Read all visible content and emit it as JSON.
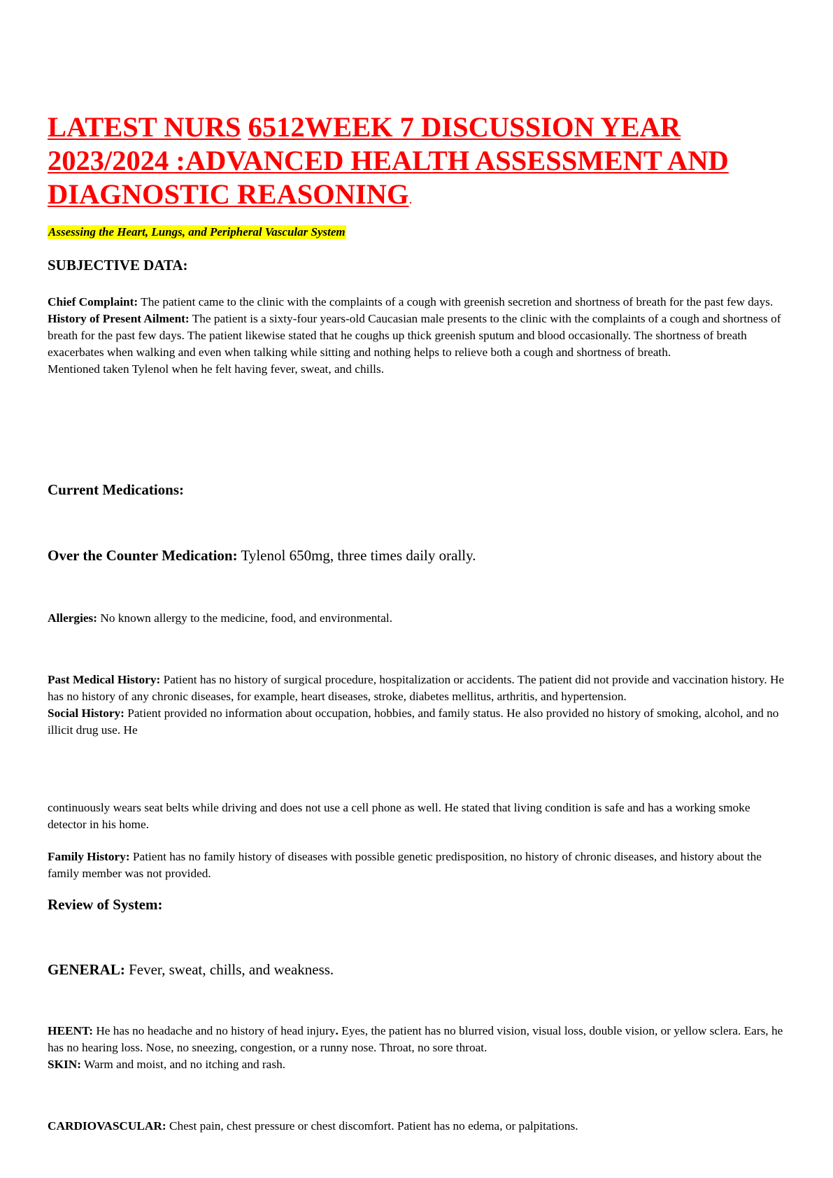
{
  "title": {
    "part1": "LATEST NURS",
    "part2": "6512WEEK 7 DISCUSSION YEAR 2023/2024 :ADVANCED HEALTH ASSESSMENT AND DIAGNOSTIC REASONING",
    "trailing": "."
  },
  "subtitle": "Assessing the Heart, Lungs, and Peripheral Vascular System",
  "subjective_heading": "SUBJECTIVE DATA:",
  "chief_complaint": {
    "label": "Chief Complaint:",
    "text": "The patient came to the clinic with the complaints of a cough with greenish secretion and shortness of breath for the past few days."
  },
  "hpi": {
    "label": "History of Present Ailment:",
    "text": "The patient is a sixty-four years-old Caucasian male presents to the clinic with the complaints of a cough and shortness of breath for the past few days. The patient likewise stated that he coughs up thick greenish sputum and blood occasionally. The shortness of breath exacerbates when walking and even when talking while sitting and nothing helps to relieve both a cough and shortness of breath.",
    "extra": "Mentioned taken Tylenol when he felt having fever, sweat, and chills."
  },
  "current_medications_heading": "Current Medications:",
  "otc": {
    "label": "Over the Counter Medication:",
    "text": "Tylenol 650mg, three times daily orally."
  },
  "allergies": {
    "label": "Allergies:",
    "text": "No known allergy to the medicine, food, and environmental."
  },
  "pmh": {
    "label": "Past Medical History:",
    "text": "Patient has no history of surgical procedure, hospitalization or accidents. The patient did not provide and vaccination history. He has no history of any chronic diseases, for example, heart diseases, stroke, diabetes mellitus, arthritis, and hypertension."
  },
  "social": {
    "label": "Social History:",
    "text": "Patient provided no information about occupation, hobbies, and family status. He also provided no history of smoking, alcohol, and no illicit drug use. He",
    "continued": "continuously wears seat belts while driving and does not use a cell phone as well. He stated that living condition is safe and has a working smoke detector in his home."
  },
  "family": {
    "label": "Family History:",
    "text": "Patient has no family history of diseases with possible genetic predisposition, no history of chronic diseases, and history about the family member was not provided."
  },
  "ros_heading": "Review of System:",
  "general": {
    "label": "GENERAL:",
    "text": "Fever, sweat, chills, and weakness."
  },
  "heent": {
    "label": "HEENT:",
    "text_a": "He has no headache and no history of head injury",
    "text_b": "Eyes, the patient has no blurred vision, visual loss, double vision, or yellow sclera. Ears, he has no hearing loss. Nose, no sneezing, congestion, or a runny nose. Throat, no sore throat."
  },
  "skin": {
    "label": "SKIN:",
    "text": "Warm and moist, and no itching and rash."
  },
  "cardio": {
    "label": "CARDIOVASCULAR:",
    "text": "Chest pain, chest pressure or chest discomfort. Patient has no edema, or palpitations."
  }
}
